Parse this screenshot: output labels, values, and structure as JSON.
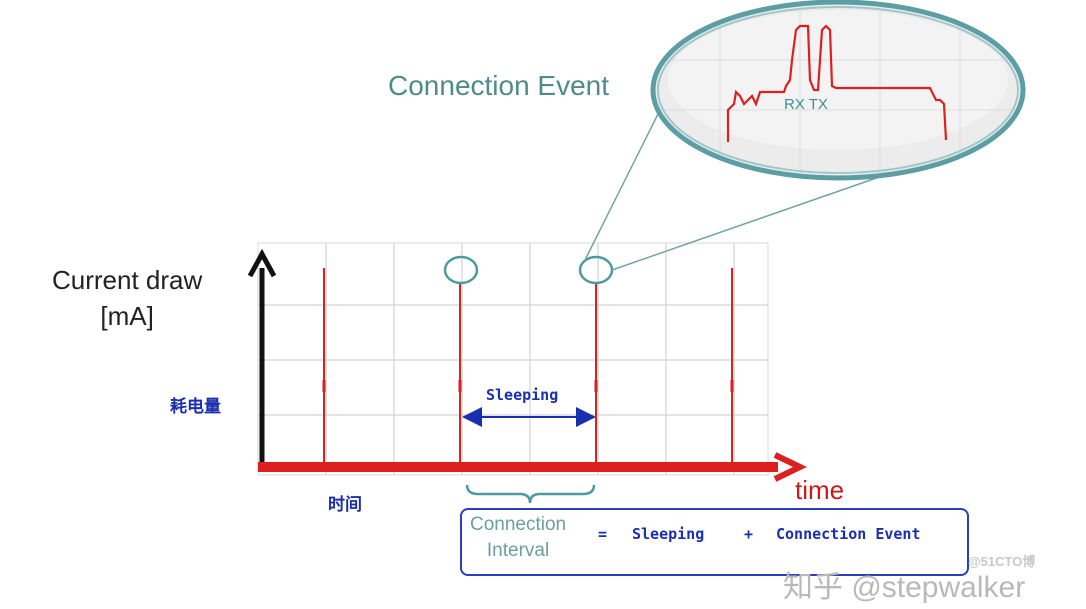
{
  "diagram": {
    "callout_title": "Connection Event",
    "zoom_labels": {
      "rx_tx": "RX TX"
    },
    "y_axis_label": [
      "Current draw",
      "[mA]"
    ],
    "y_axis_label_cn": "耗电量",
    "x_axis_label": "time",
    "x_axis_label_cn": "时间",
    "sleeping_label": "Sleeping",
    "equation": {
      "left": [
        "Connection",
        "Interval"
      ],
      "equals": "=",
      "term1": "Sleeping",
      "plus": "+",
      "term2": "Connection Event"
    }
  },
  "watermark": {
    "text": "知乎 @stepwalker",
    "small": "@51CTO博"
  },
  "colors": {
    "signal": "#dd1f1f",
    "axis_y": "#111111",
    "annotation_blue": "#1a2fb0",
    "teal": "#4f8b8c",
    "grid": "#d3d3d3"
  }
}
